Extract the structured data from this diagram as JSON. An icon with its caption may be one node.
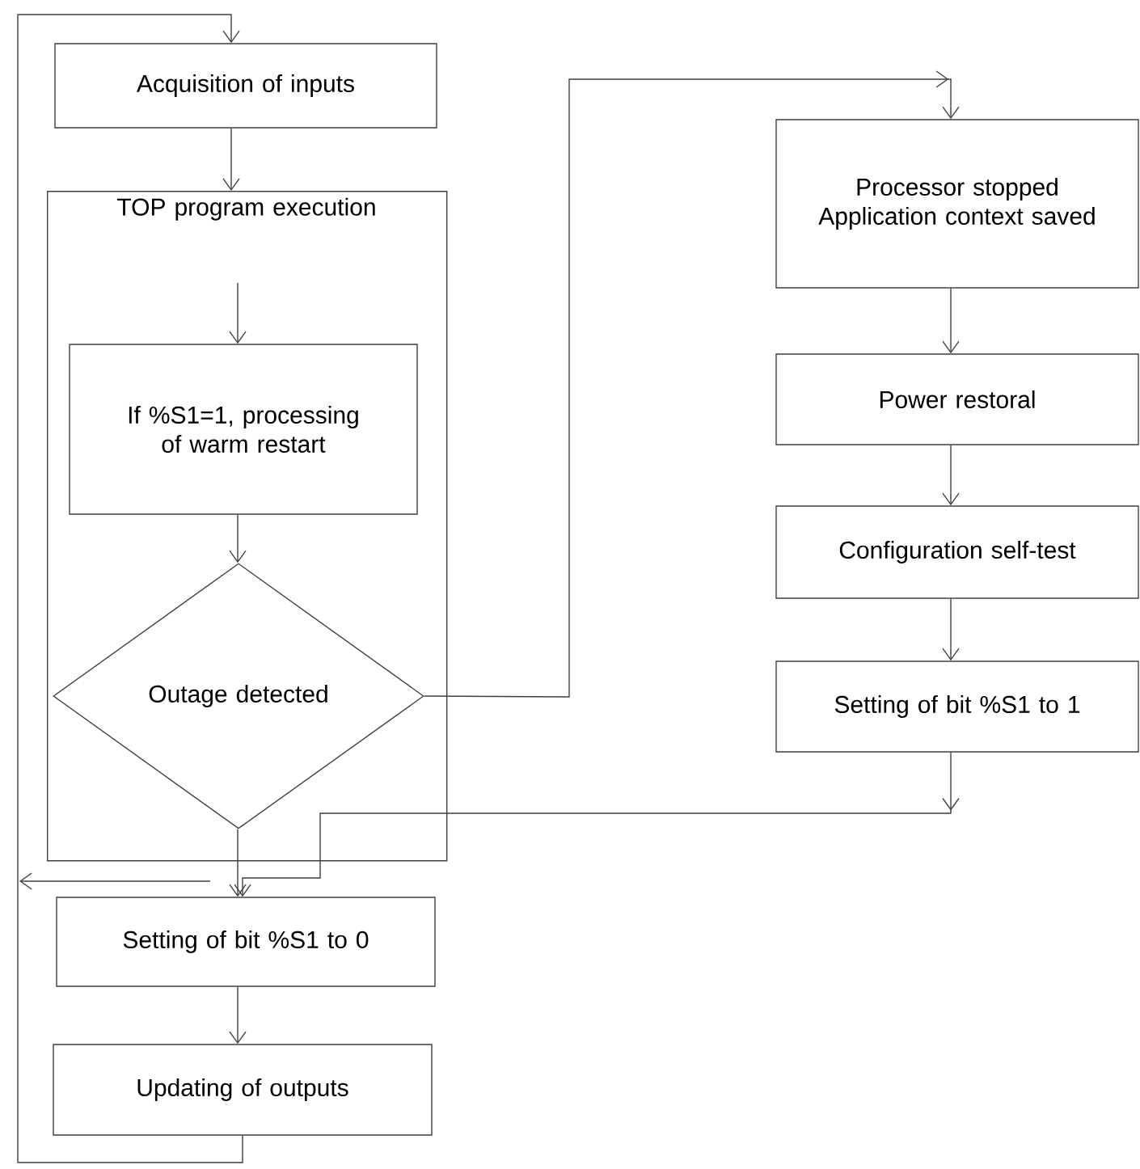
{
  "diagram": {
    "nodes": [
      {
        "text": [
          "Acquisition of inputs"
        ]
      },
      {
        "text": [
          "TOP program execution"
        ]
      },
      {
        "text": [
          "If %S1=1, processing of warm restart"
        ],
        "in": 1
      },
      {
        "text": [
          "Outage detected"
        ],
        "in": 1
      },
      {
        "text": [
          "Setting of bit %S1 to 0"
        ]
      },
      {
        "text": [
          "Updating of outputs"
        ]
      },
      {
        "text": [
          "Processor stopped Application context saved"
        ]
      },
      {
        "text": [
          "Power restoral"
        ]
      },
      {
        "text": [
          "Configuration self-test"
        ]
      },
      {
        "text": [
          "Setting of bit %S1 to 1"
        ]
      }
    ],
    "edges": [
      {
        "from": 0,
        "to": 1,
        "arrow": "to"
      },
      {
        "from": null,
        "to": 2,
        "arrow": "to"
      },
      {
        "from": 2,
        "to": 3,
        "arrow": "to"
      },
      {
        "from": 3,
        "to": 6,
        "arrow": "to"
      },
      {
        "from": 6,
        "to": 7,
        "arrow": "to"
      },
      {
        "from": 7,
        "to": 8,
        "arrow": "to"
      },
      {
        "from": 8,
        "to": 9,
        "arrow": "to"
      },
      {
        "from": 3,
        "to": 4,
        "arrow": "to"
      },
      {
        "from": 9,
        "to": 4,
        "arrow": "to"
      },
      {
        "from": 4,
        "to": 5,
        "arrow": "to"
      },
      {
        "from": 5,
        "to": 0,
        "arrow": "to"
      }
    ]
  }
}
